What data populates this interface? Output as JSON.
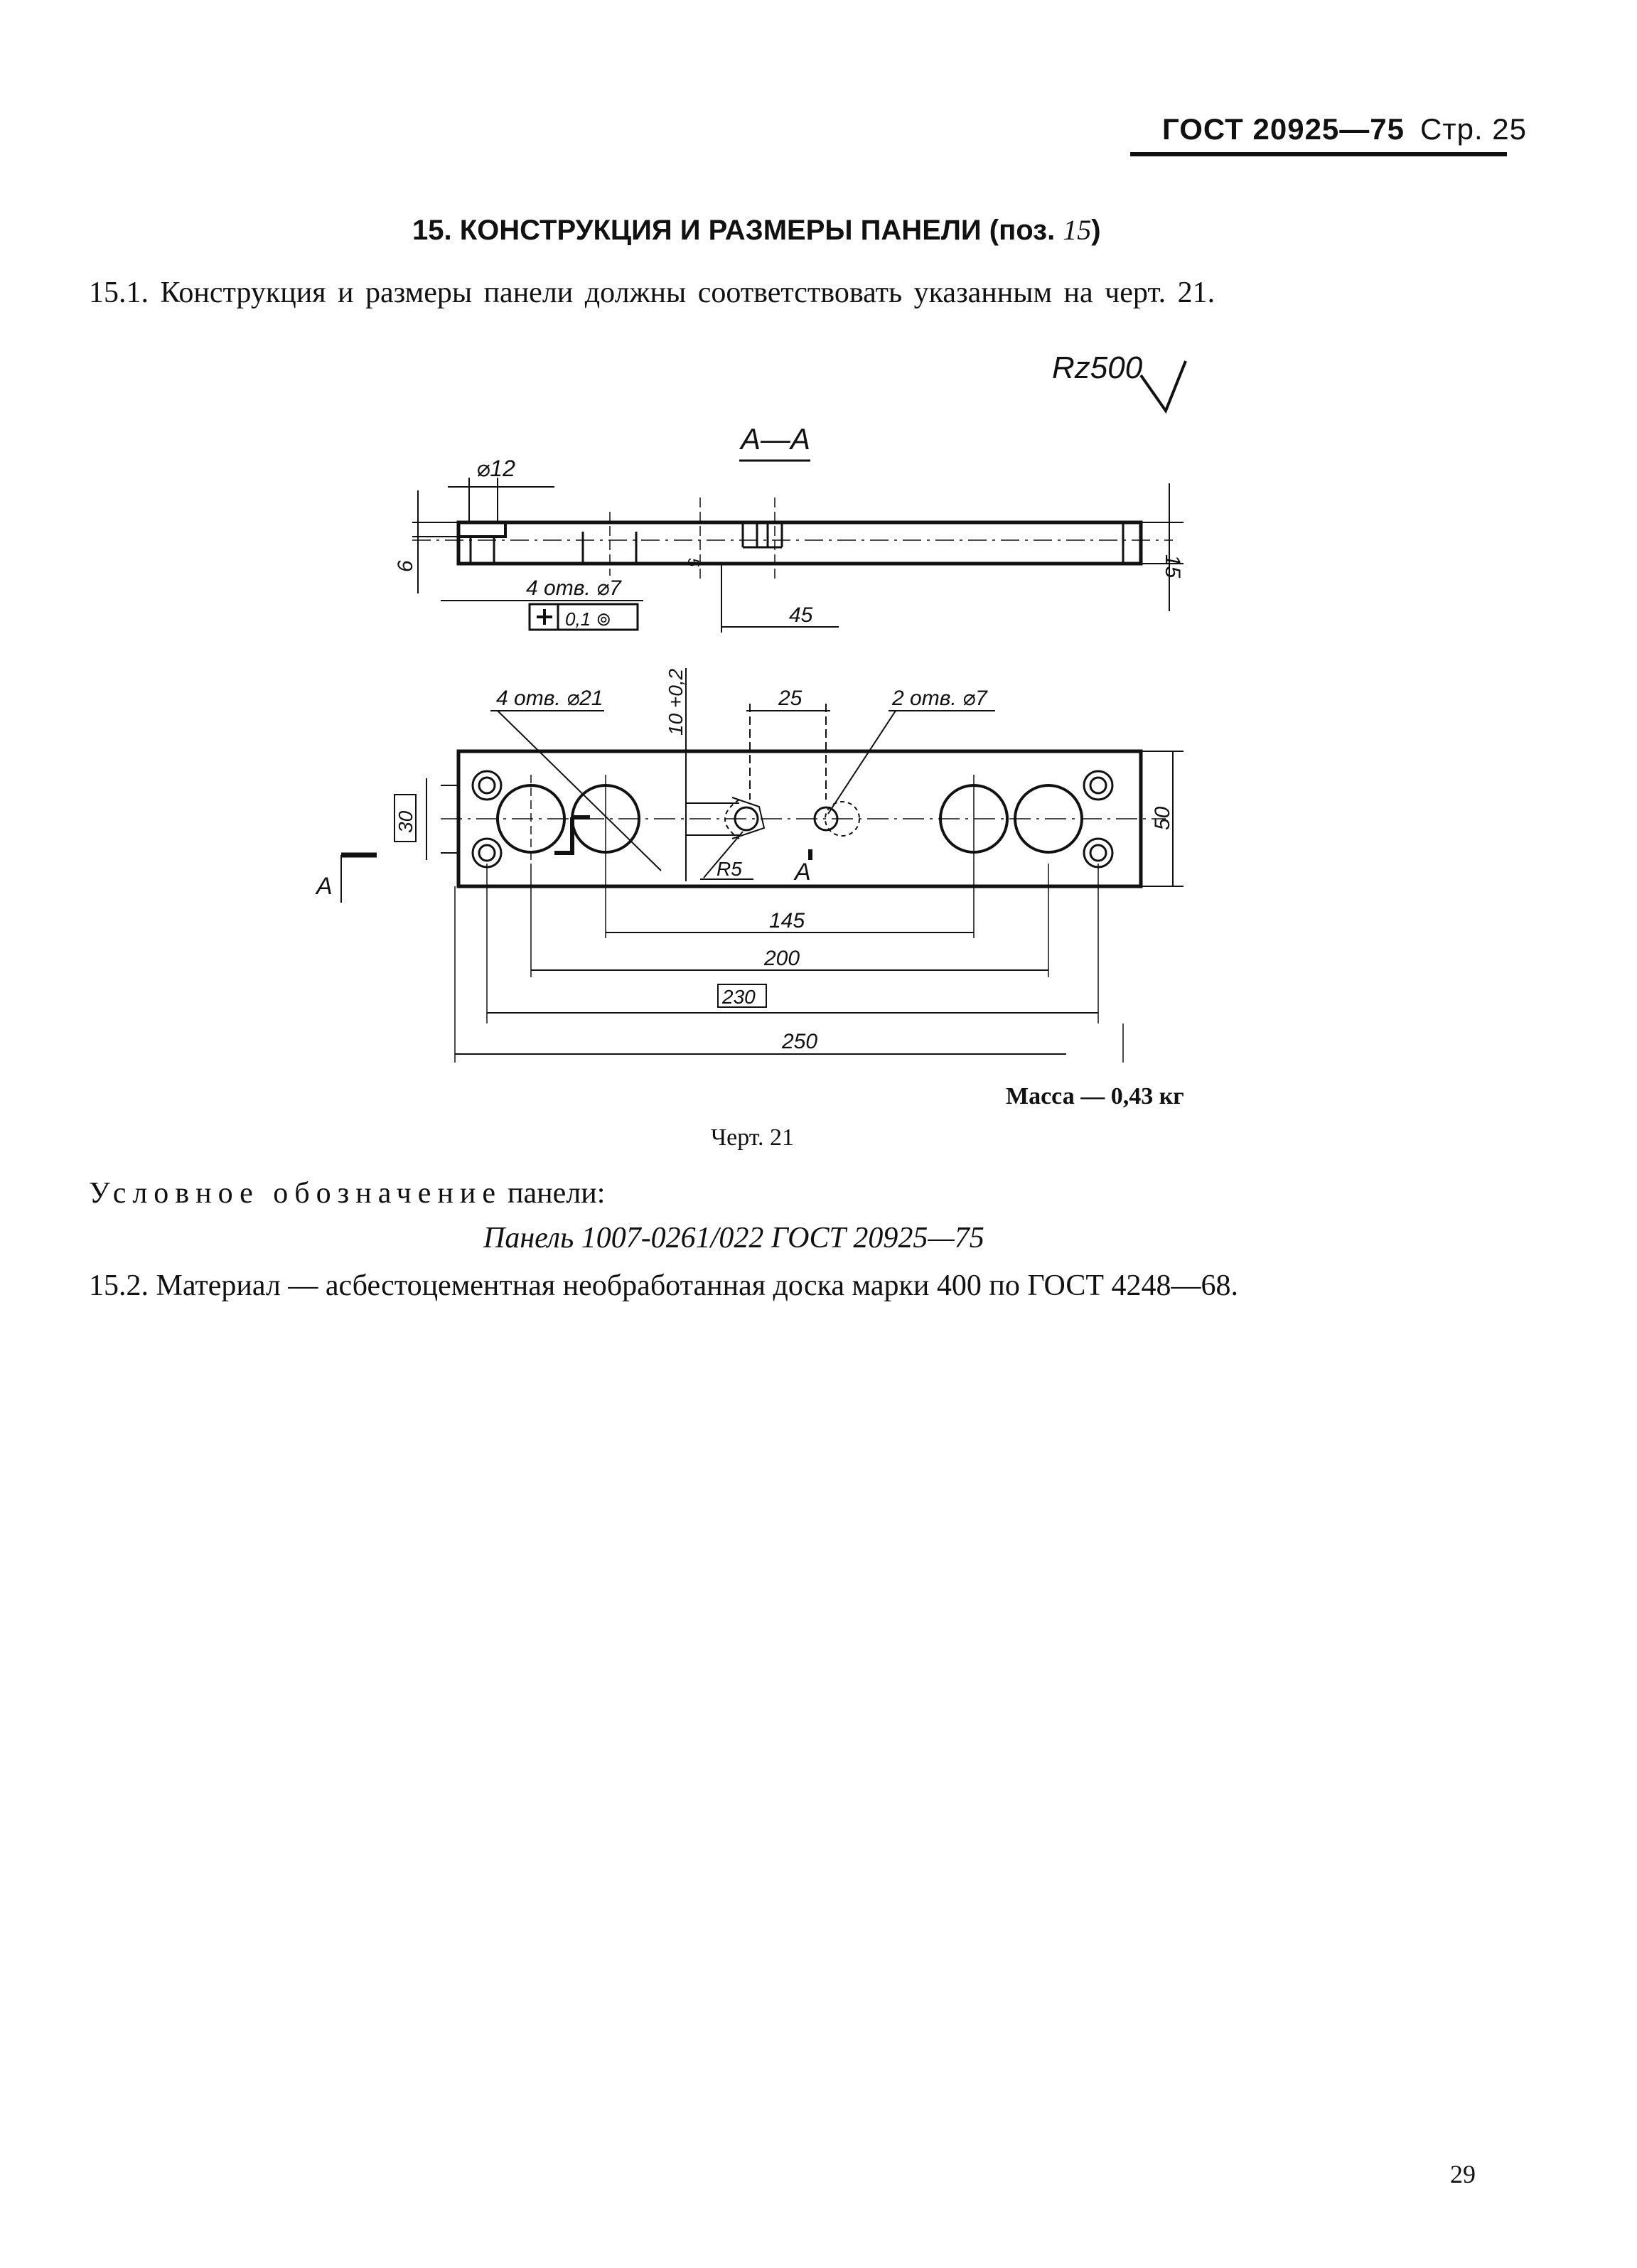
{
  "header": {
    "standard": "ГОСТ 20925—75",
    "page_label": "Стр. 25"
  },
  "section": {
    "title": "15. КОНСТРУКЦИЯ И РАЗМЕРЫ ПАНЕЛИ (поз. ",
    "ref": "15",
    "close": ")"
  },
  "paragraph_1": "15.1. Конструкция и размеры панели должны соответствовать указанным на черт. 21.",
  "drawing": {
    "roughness": "Rz500",
    "section_label": "А—А",
    "hole_d12": "⌀12",
    "dim_6": "6",
    "dim_15": "15",
    "dim_5": "5",
    "holes_4_d7": "4 отв. ⌀7",
    "tolerance": "0,1 ⊚",
    "dim_45": "45",
    "holes_4_d21": "4 отв. ⌀21",
    "dim_10": "10 +0,2",
    "dim_25": "25",
    "holes_2_d7": "2 отв. ⌀7",
    "dim_30": "30",
    "dim_50": "50",
    "dim_r5": "R5",
    "view_a": "А",
    "section_a": "А",
    "dim_145": "145",
    "dim_200": "200",
    "dim_230": "230",
    "dim_250": "250"
  },
  "mass": "Масса — 0,43 кг",
  "figure_caption": "Черт. 21",
  "designation_label": "Условное обозначение",
  "designation_label_tail": "панели:",
  "designation": "Панель 1007-0261/022 ГОСТ 20925—75",
  "paragraph_2": "15.2. Материал — асбестоцементная необработанная доска марки 400 по ГОСТ 4248—68.",
  "page_number": "29"
}
